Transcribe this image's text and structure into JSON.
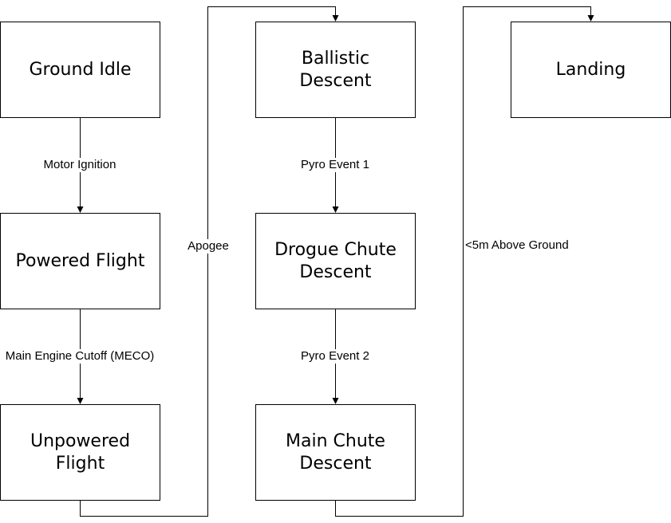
{
  "states": {
    "ground_idle": "Ground Idle",
    "powered_flight": "Powered Flight",
    "unpowered_flight": "Unpowered\nFlight",
    "ballistic_descent": "Ballistic\nDescent",
    "drogue_chute_descent": "Drogue Chute\nDescent",
    "main_chute_descent": "Main Chute\nDescent",
    "landing": "Landing"
  },
  "transitions": {
    "motor_ignition": "Motor Ignition",
    "meco": "Main Engine Cutoff (MECO)",
    "apogee": "Apogee",
    "pyro_event_1": "Pyro Event 1",
    "pyro_event_2": "Pyro Event 2",
    "above_ground": "<5m Above Ground"
  }
}
